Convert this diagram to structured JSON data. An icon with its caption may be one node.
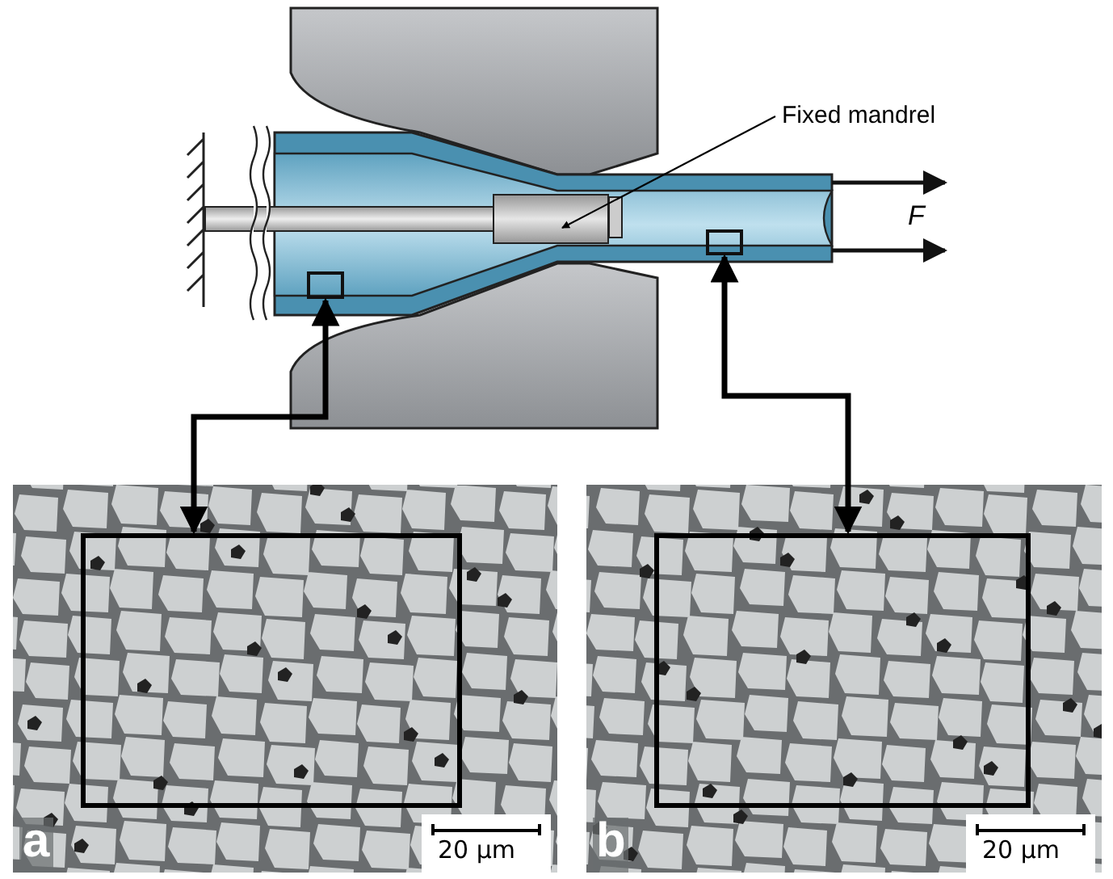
{
  "diagram": {
    "nodes": [
      {
        "text": [
          "Fixed mandrel"
        ]
      },
      {
        "text": [],
        "shape": "box"
      },
      {
        "text": [],
        "shape": "box"
      },
      {
        "text": [],
        "shape": "box"
      },
      {
        "text": [
          "a",
          "20 µm"
        ]
      },
      {
        "text": [],
        "shape": "box",
        "in": 4
      },
      {
        "text": [
          "b",
          "20 µm"
        ]
      },
      {
        "text": [],
        "shape": "box",
        "in": 6
      }
    ],
    "edges": [
      {
        "from": 0,
        "to": 1,
        "arrow": "to"
      },
      {
        "from": 2,
        "to": 5,
        "arrow": "both"
      },
      {
        "from": 3,
        "to": 7,
        "arrow": "both"
      }
    ],
    "labels": [
      "F"
    ]
  }
}
